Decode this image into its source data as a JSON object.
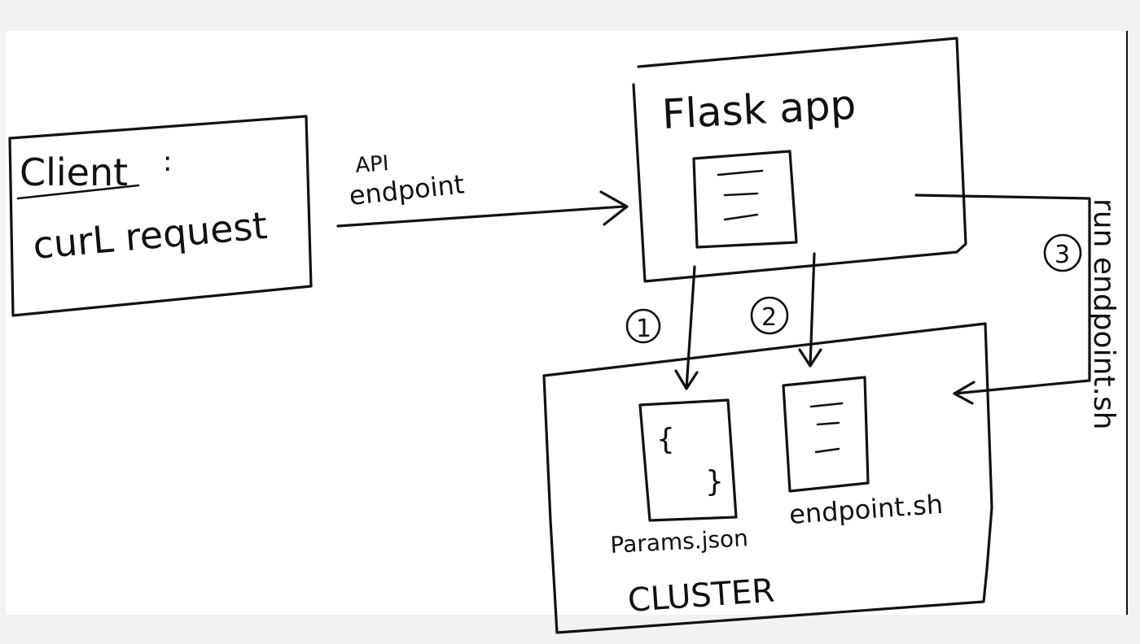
{
  "diagram": {
    "client": {
      "title": "Client",
      "colon": ":",
      "body": "curL request"
    },
    "api_label_top": "API",
    "api_label_bottom": "endpoint",
    "flask_label": "Flask app",
    "step1": "1",
    "step2": "2",
    "step3": "3",
    "run_label": "run endpoint.sh",
    "cluster_label": "CLUSTER",
    "params_brace_open": "{",
    "params_brace_close": "}",
    "params_file": "Params.json",
    "endpoint_file": "endpoint.sh"
  }
}
